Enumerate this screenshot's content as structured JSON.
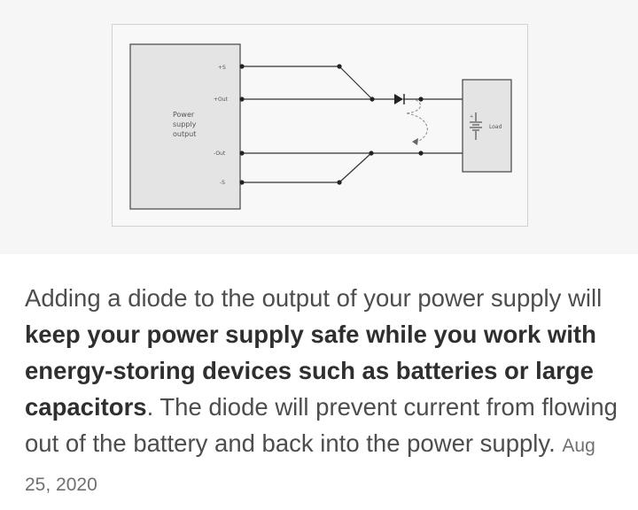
{
  "diagram": {
    "psu_label_lines": [
      "Power",
      "supply",
      "output"
    ],
    "terminal_plus_s": "+S",
    "terminal_plus_out": "+Out",
    "terminal_minus_out": "-Out",
    "terminal_minus_s": "-S",
    "load_label": "Load",
    "battery_plus": "+",
    "colors": {
      "wire": "#333333",
      "box_fill": "#e4e4e4",
      "box_stroke": "#444444",
      "background": "#f8f8f8",
      "band": "#f6f6f6"
    }
  },
  "snippet": {
    "text_1": "Adding a diode to the output of your power supply will ",
    "bold_1": "keep your power supply safe while you work with energy-storing devices such as batteries or large capacitors",
    "text_2": ". The diode will prevent current from flowing out of the battery and back into the power supply.",
    "date": "Aug 25, 2020"
  }
}
